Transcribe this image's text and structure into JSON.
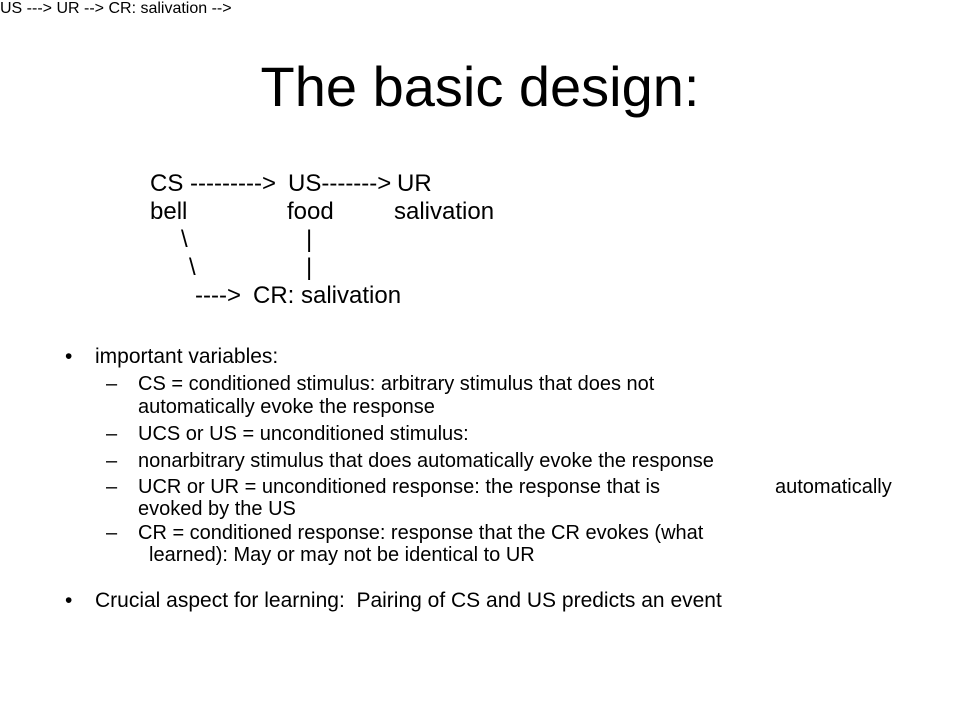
{
  "colors": {
    "background": "#ffffff",
    "text": "#000000"
  },
  "title": "The basic design:",
  "diagram": {
    "row_cs_us_ur": [
      "CS --------->",
      "US------->",
      "UR"
    ],
    "row_labels": [
      "bell",
      "food",
      "salivation"
    ],
    "row_link1": [
      "\\",
      "|"
    ],
    "row_link2": [
      "\\",
      "|"
    ],
    "row_cr": [
      "---->",
      "CR: salivation"
    ]
  },
  "bullets": {
    "important": {
      "marker": "•",
      "text": "important variables:"
    },
    "definitions": [
      {
        "marker": "–",
        "line1": "CS = conditioned stimulus: arbitrary stimulus that does not",
        "line2": "automatically evoke the response"
      },
      {
        "marker": "–",
        "line1": "UCS or US = unconditioned stimulus:"
      },
      {
        "marker": "–",
        "line1": "nonarbitrary stimulus that does automatically evoke the response"
      },
      {
        "marker": "–",
        "line1": "UCR or UR = unconditioned response: the response that is",
        "tail": "automatically",
        "line2": "evoked by the US"
      },
      {
        "marker": "–",
        "line1": "CR = conditioned response: response that the CR evokes (what",
        "line2": "learned): May or may not be identical to UR"
      }
    ],
    "crucial": {
      "marker": "•",
      "text": "Crucial aspect for learning:  Pairing of CS and US predicts an event"
    }
  }
}
